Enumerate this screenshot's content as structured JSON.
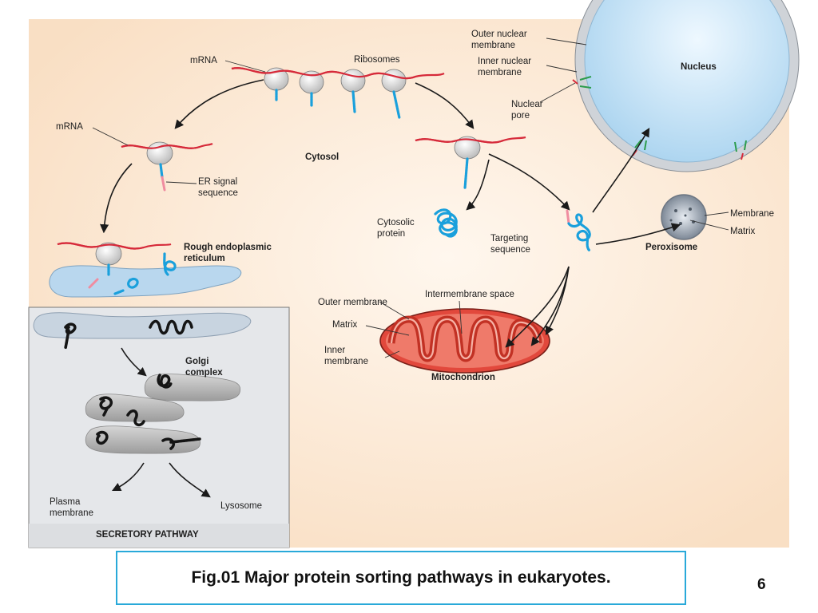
{
  "diagram": {
    "labels": {
      "mrna_top": "mRNA",
      "ribosomes": "Ribosomes",
      "mrna_left": "mRNA",
      "cytosol": "Cytosol",
      "er_signal_1": "ER signal",
      "er_signal_2": "sequence",
      "rer_1": "Rough endoplasmic",
      "rer_2": "reticulum",
      "golgi_1": "Golgi",
      "golgi_2": "complex",
      "plasma_1": "Plasma",
      "plasma_2": "membrane",
      "lysosome": "Lysosome",
      "secretory": "SECRETORY PATHWAY",
      "cytosolic_1": "Cytosolic",
      "cytosolic_2": "protein",
      "targeting_1": "Targeting",
      "targeting_2": "sequence",
      "outer_nuc_1": "Outer nuclear",
      "outer_nuc_2": "membrane",
      "inner_nuc_1": "Inner nuclear",
      "inner_nuc_2": "membrane",
      "nuclear_pore_1": "Nuclear",
      "nuclear_pore_2": "pore",
      "nucleus": "Nucleus",
      "perox_membrane": "Membrane",
      "perox_matrix": "Matrix",
      "peroxisome": "Peroxisome",
      "mito_outer": "Outer membrane",
      "mito_intermembrane": "Intermembrane space",
      "mito_matrix": "Matrix",
      "mito_inner_1": "Inner",
      "mito_inner_2": "membrane",
      "mitochondrion": "Mitochondrion"
    },
    "colors": {
      "background": "#fbe7d2",
      "secretory_panel": "#e5e7ea",
      "mrna": "#d62a3a",
      "chain": "#1aa0dc",
      "signal": "#f08ca0",
      "nucleus": "#bfe0f4",
      "mitochondrion": "#e2483c",
      "caption_border": "#29a9d9"
    }
  },
  "caption": "Fig.01 Major protein sorting pathways in eukaryotes.",
  "page_number": "6"
}
